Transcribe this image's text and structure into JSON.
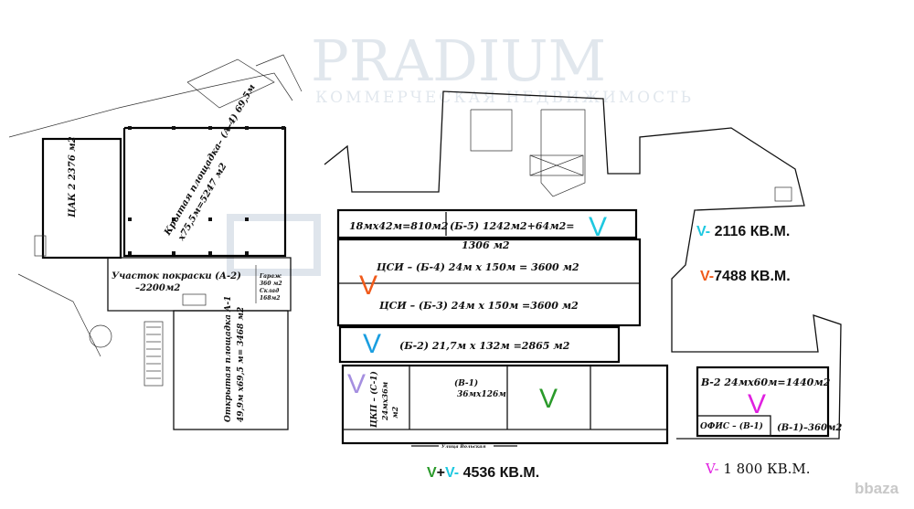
{
  "plan": {
    "zones": {
      "b5_small": "18мх42м=810м2",
      "b5_main": "(Б-5) 1242м2+64м2=",
      "b5_total": "1306 м2",
      "b4": "ЦСИ – (Б-4) 24м х 150м = 3600 м2",
      "b3": "ЦСИ – (Б-3) 24м х 150м =3600 м2",
      "b2": "(Б-2) 21,7м х 132м =2865 м2",
      "v1_title": "(В-1)",
      "v1_size": "36мх126м",
      "c1_title": "ЦКП – (С-1)",
      "c1_size": "24мх36м",
      "c1_unit": "м2",
      "v2": "В-2 24мх60м=1440м2",
      "office": "ОФИС – (В-1)",
      "v1_small": "(В-1)–360м2",
      "tsak": "ЦАК 2 2376 м2",
      "a4_line1": "Крытая площадка– (А-4) 69,5м",
      "a4_line2": "х75,5м=5247 м2",
      "a2_line1": "Участок покраски (А-2)",
      "a2_line2": "–2200м2",
      "garage": "Гараж",
      "garage_area": "360 м2",
      "storage": "Склад",
      "storage_area": "168м2",
      "a1_line1": "Открытая площадка А-1",
      "a1_line2": "49,9м х69,5 м= 3468 м2",
      "street": "Улица Вольская"
    },
    "markers": {
      "symbol": "V",
      "cyan": "#1ec8e0",
      "orange": "#f05a1a",
      "blue": "#1a9ee0",
      "lavender": "#a58fe0",
      "green": "#2a9a2a",
      "magenta": "#e020e0"
    }
  },
  "legend": {
    "cyan": {
      "symbol": "V-",
      "text": "2116 КВ.М."
    },
    "orange": {
      "symbol": "V-",
      "text": "7488 КВ.М."
    },
    "green_cyan": {
      "symbol_a": "V",
      "plus": "+",
      "symbol_b": "V-",
      "text": "4536 КВ.М."
    },
    "magenta": {
      "symbol": "V-",
      "text": "1 800 КВ.М."
    }
  },
  "watermark": {
    "brand": "PRADIUM",
    "tagline": "КОММЕРЧЕСКАЯ НЕДВИЖИМОСТЬ",
    "site": "bbaza"
  }
}
